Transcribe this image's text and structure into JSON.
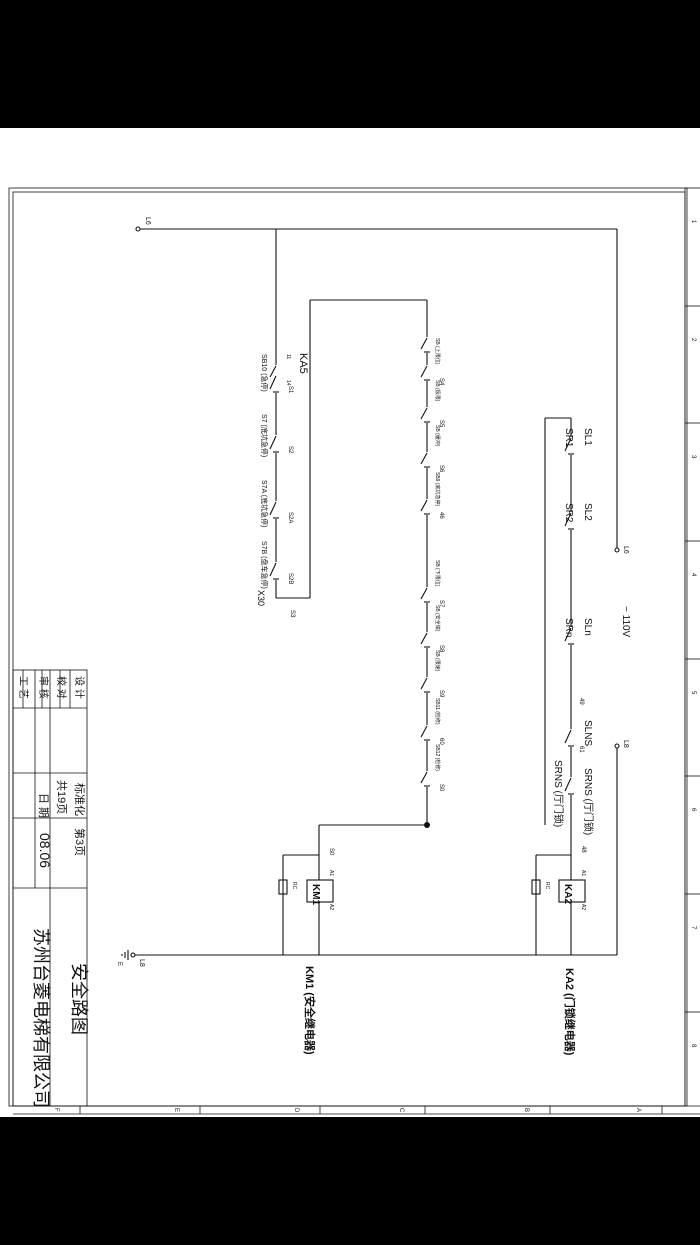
{
  "title_block": {
    "roles": [
      "设 计",
      "校 对",
      "审 核",
      "工 艺"
    ],
    "standardization": "标准化",
    "total_pages": "共19页",
    "page_no": "第3页",
    "date_label": "日 期",
    "date": "08.06",
    "drawing_title": "安全路图",
    "company": "苏州台菱电梯有限公司"
  },
  "grid": {
    "columns": [
      "1",
      "2",
      "3",
      "4",
      "5",
      "6",
      "7",
      "8"
    ],
    "rows": [
      "A",
      "B",
      "C",
      "D",
      "E",
      "F"
    ]
  },
  "supply": {
    "l6_top": "L6",
    "l6_mid": "L6",
    "voltage": "~ 110V",
    "l8_right": "L8",
    "l8_bottom": "L8"
  },
  "left_chain": {
    "contact_head": "KA5",
    "contacts": [
      {
        "node": "S1",
        "label": "SB10 (急停)"
      },
      {
        "node": "S2",
        "label": "S7 (底坑急停)"
      },
      {
        "node": "S2A",
        "label": "S7A (底坑急停)"
      },
      {
        "node": "S2B",
        "label": "S7B (盘车急停)"
      }
    ],
    "end_label": "X30",
    "node_s3": "S3",
    "node_11": "11",
    "node_14": "14"
  },
  "middle_chain": {
    "contacts": [
      {
        "node": "S4",
        "label": "SB (上限位)"
      },
      {
        "node": "S5",
        "label": "SB (极限)"
      },
      {
        "node": "S6",
        "label": "SB (缓冲)"
      },
      {
        "node": "46",
        "label": "SB9 (底坑急停)"
      },
      {
        "node": "S7",
        "label": "SB (下限位)"
      },
      {
        "node": "S8",
        "label": "SB (安全钳)"
      },
      {
        "node": "S9",
        "label": "SB (限速)"
      },
      {
        "node": "60",
        "label": "SB11 (检修)"
      },
      {
        "node": "S0",
        "label": "SB12 (检修)"
      }
    ]
  },
  "door_chain": {
    "contacts": [
      {
        "label": "SL1"
      },
      {
        "label": "SR1"
      },
      {
        "label": "SL2"
      },
      {
        "label": "SR2"
      },
      {
        "label": "SLn"
      },
      {
        "label": "SRn"
      },
      {
        "label": "SLNS",
        "node": "49"
      },
      {
        "label": "SRNS (厅门锁)",
        "node": "61"
      }
    ]
  },
  "coils": [
    {
      "name": "KM1",
      "caption": "KM1 (安全继电器)",
      "pin_in": "S0",
      "pin_a1": "A1",
      "pin_a2": "A2",
      "rc": "RC"
    },
    {
      "name": "KA2",
      "caption": "KA2 (门锁继电器)",
      "pin_in": "48",
      "pin_a1": "A1",
      "pin_a2": "A2",
      "rc": "RC"
    }
  ],
  "ground": {
    "label": "E"
  }
}
